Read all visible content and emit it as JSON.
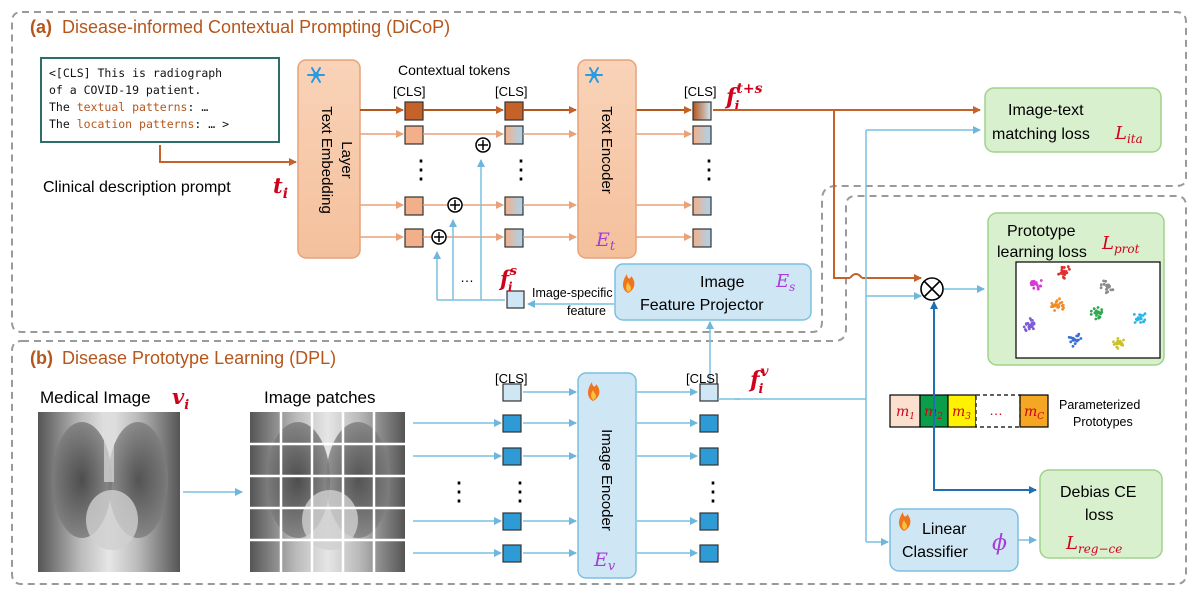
{
  "sections": {
    "a_tag": "(a)",
    "a_title": "Disease-informed Contextual Prompting (DiCoP)",
    "b_tag": "(b)",
    "b_title": "Disease Prototype Learning (DPL)"
  },
  "prompt": {
    "line1": "<[CLS] This is radiograph",
    "line2": "of a COVID-19 patient.",
    "line3_pre": "The ",
    "line3_hl": "textual patterns",
    "line3_post": ": …",
    "line4_pre": "The ",
    "line4_hl": "location patterns",
    "line4_post": ": … >",
    "caption": "Clinical description prompt",
    "caption_symbol": "t",
    "caption_sub": "i"
  },
  "modules": {
    "text_embedding": "Text Embedding Layer",
    "text_embedding_l1": "Text Embedding",
    "text_embedding_l2": "Layer",
    "text_encoder": "Text Encoder",
    "text_encoder_symbol": "E",
    "text_encoder_sub": "t",
    "image_feature_projector_l1": "Image",
    "image_feature_projector_l2": "Feature Projector",
    "projector_symbol": "E",
    "projector_sub": "s",
    "image_encoder": "Image Encoder",
    "image_encoder_symbol": "E",
    "image_encoder_sub": "v",
    "linear_classifier_l1": "Linear",
    "linear_classifier_l2": "Classifier",
    "classifier_symbol": "ϕ"
  },
  "labels": {
    "contextual_tokens": "Contextual tokens",
    "cls": "[CLS]",
    "image_specific_l1": "Image-specific",
    "image_specific_l2": "feature",
    "medical_image": "Medical Image",
    "medical_image_symbol": "v",
    "medical_image_sub": "i",
    "image_patches": "Image patches",
    "f_ts": "f",
    "f_ts_sub": "i",
    "f_ts_sup": "t+s",
    "f_s": "f",
    "f_s_sub": "i",
    "f_s_sup": "s",
    "f_v": "f",
    "f_v_sub": "i",
    "f_v_sup": "v",
    "ellipsis": "…",
    "vdots": "⋮"
  },
  "losses": {
    "ita_l1": "Image-text",
    "ita_l2": "matching loss",
    "ita_symbol": "L",
    "ita_sub": "ita",
    "prot_l1": "Prototype",
    "prot_l2": "learning loss",
    "prot_symbol": "L",
    "prot_sub": "prot",
    "ce_l1": "Debias CE",
    "ce_l2": "loss",
    "ce_symbol": "L",
    "ce_sub": "reg−ce"
  },
  "prototypes": {
    "m1": "m",
    "m1_sub": "1",
    "m2": "m",
    "m2_sub": "2",
    "m3": "m",
    "m3_sub": "3",
    "dots": "…",
    "mc": "m",
    "mc_sub": "C",
    "label_l1": "Parameterized",
    "label_l2": "Prototypes"
  },
  "icons": {
    "frozen": "snowflake-icon",
    "trainable": "flame-icon",
    "operator_plus": "circled-plus-icon",
    "operator_times": "circled-times-icon"
  },
  "colors": {
    "orange_dark": "#b5561c",
    "orange_fill": "#f6c9a8",
    "orange_line": "#e8a27a",
    "blue_line": "#7cbfe0",
    "blue_fill": "#cfe6f5",
    "blue_token": "#2e9ad6",
    "green_fill": "#d9f0cf",
    "green_border": "#9fd38b",
    "red_math": "#d0021b",
    "purple_math": "#a63dd6",
    "dashed_border": "#9a9a9a"
  }
}
